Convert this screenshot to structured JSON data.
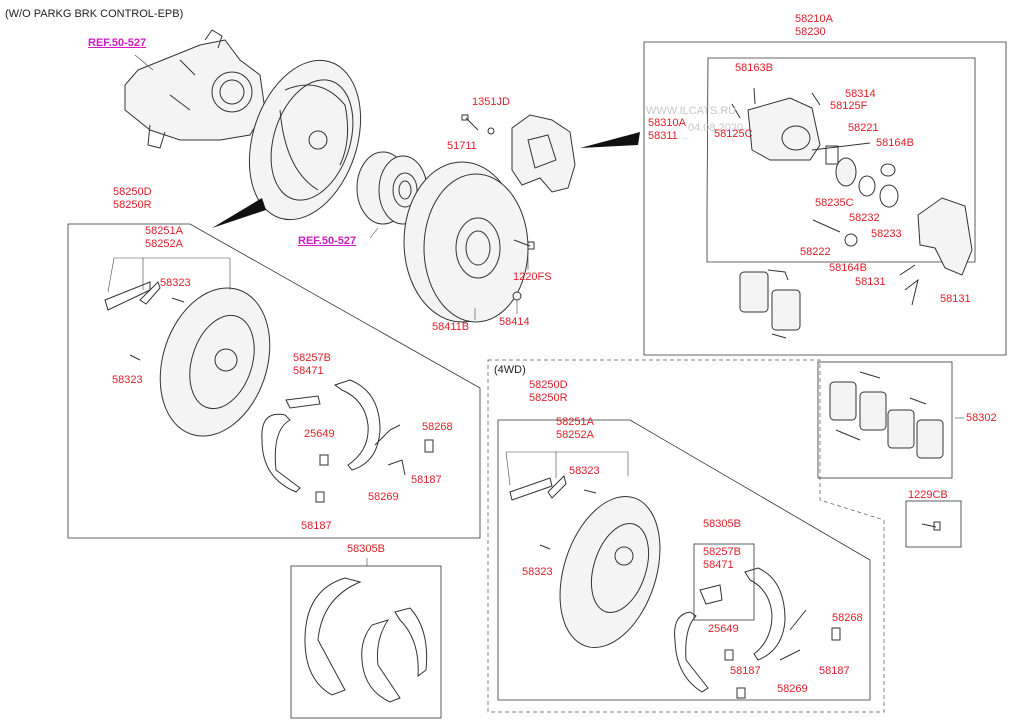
{
  "header": {
    "title": "(W/O PARKG BRK CONTROL-EPB)"
  },
  "refs": {
    "knuckle": "REF.50-527",
    "hub": "REF.50-527"
  },
  "watermark": {
    "line1": "WWW.ILCATS.RU",
    "line2": "04.08.2020"
  },
  "sections": {
    "fourwd": "(4WD)"
  },
  "parts": {
    "caliper_assy": {
      "a": "58210A",
      "b": "58230"
    },
    "bolt_1351": "1351JD",
    "bolt_51711": "51711",
    "bracket_58310": {
      "a": "58310A",
      "b": "58311"
    },
    "bolt_58163": "58163B",
    "screw_58314": "58314",
    "cap_58125f": "58125F",
    "cap_58125c": "58125C",
    "pin_58221": "58221",
    "boot_58164b_top": "58164B",
    "piston_58235": "58235C",
    "seal_58232": "58232",
    "boot_58233": "58233",
    "pin_58222": "58222",
    "boot_58164b_bottom": "58164B",
    "spring_58131_a": "58131",
    "spring_58131_b": "58131",
    "disc_58411": "58411B",
    "nut_58414": "58414",
    "screw_1220": "1220FS",
    "plate_left": {
      "a": "58250D",
      "b": "58250R"
    },
    "lever_left": {
      "a": "58251A",
      "b": "58252A"
    },
    "pin_58323_left_a": "58323",
    "pin_58323_left_b": "58323",
    "adjuster_left": {
      "a": "58257B",
      "b": "58471"
    },
    "spring_25649_left": "25649",
    "spring_58268_left": "58268",
    "clip_58187_left_a": "58187",
    "clip_58187_left_b": "58187",
    "spring_58269_left": "58269",
    "shoe_kit_left": "58305B",
    "pad_kit": "58302",
    "bolt_1229": "1229CB",
    "plate_4wd": {
      "a": "58250D",
      "b": "58250R"
    },
    "lever_4wd": {
      "a": "58251A",
      "b": "58252A"
    },
    "pin_58323_4wd_a": "58323",
    "pin_58323_4wd_b": "58323",
    "shoe_kit_4wd": "58305B",
    "adjuster_4wd": {
      "a": "58257B",
      "b": "58471"
    },
    "spring_58268_4wd": "58268",
    "spring_25649_4wd": "25649",
    "clip_58187_4wd_a": "58187",
    "clip_58187_4wd_b": "58187",
    "spring_58269_4wd": "58269"
  }
}
